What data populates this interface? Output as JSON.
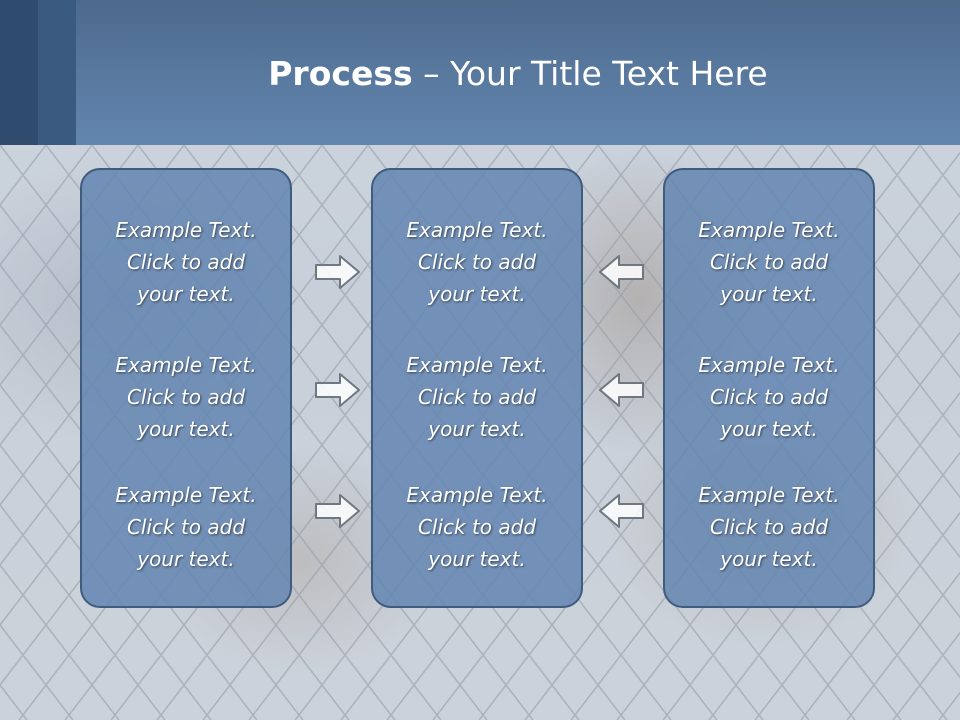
{
  "title": {
    "bold": "Process",
    "rest": " – Your Title Text Here"
  },
  "columns": [
    {
      "items": [
        {
          "line1": "Example Text.",
          "line2": "Click  to add",
          "line3": "your text."
        },
        {
          "line1": "Example Text.",
          "line2": "Click  to add",
          "line3": "your text."
        },
        {
          "line1": "Example Text.",
          "line2": "Click  to add",
          "line3": "your text."
        }
      ]
    },
    {
      "items": [
        {
          "line1": "Example Text.",
          "line2": "Click  to add",
          "line3": "your text."
        },
        {
          "line1": "Example Text.",
          "line2": "Click  to add",
          "line3": "your text."
        },
        {
          "line1": "Example Text.",
          "line2": "Click  to add",
          "line3": "your text."
        }
      ]
    },
    {
      "items": [
        {
          "line1": "Example Text.",
          "line2": "Click  to add",
          "line3": "your text."
        },
        {
          "line1": "Example Text.",
          "line2": "Click  to add",
          "line3": "your text."
        },
        {
          "line1": "Example Text.",
          "line2": "Click  to add",
          "line3": "your text."
        }
      ]
    }
  ],
  "arrows": {
    "left_group": "right-arrow-icon",
    "right_group": "left-arrow-icon"
  },
  "colors": {
    "header": "#5a7ca3",
    "box": "#6486b1",
    "box_border": "#3f5b7e",
    "text": "#ffffff"
  }
}
